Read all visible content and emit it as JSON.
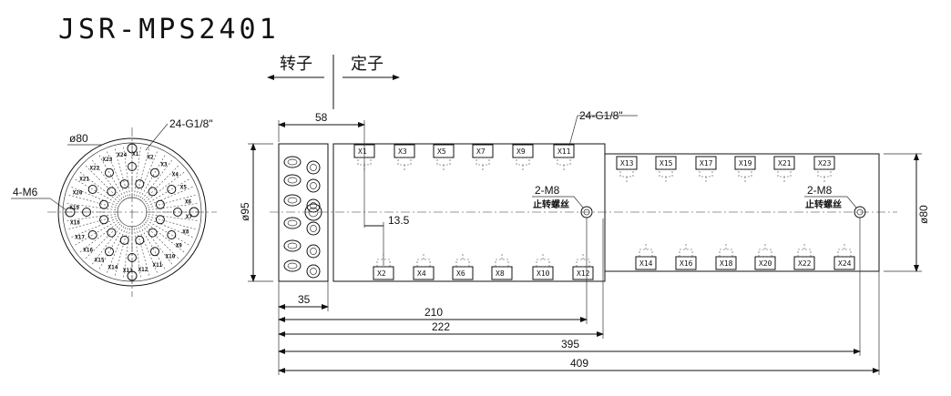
{
  "title": "JSR-MPS2401",
  "rotor_label": "转子",
  "stator_label": "定子",
  "end_view": {
    "diameter_label": "ø80",
    "holes_label": "24-G1/8\"",
    "mount_label": "4-M6",
    "ports": [
      "X1",
      "X2",
      "X3",
      "X4",
      "X5",
      "X6",
      "X7",
      "X8",
      "X9",
      "X10",
      "X11",
      "X12",
      "X13",
      "X14",
      "X15",
      "X16",
      "X17",
      "X18",
      "X19",
      "X20",
      "X21",
      "X22",
      "X23",
      "X24"
    ]
  },
  "side_view": {
    "top_ports_stator": [
      "X1",
      "X3",
      "X5",
      "X7",
      "X9",
      "X11"
    ],
    "top_ports_tail": [
      "X13",
      "X15",
      "X17",
      "X19",
      "X21",
      "X23"
    ],
    "bottom_ports_stator": [
      "X2",
      "X4",
      "X6",
      "X8",
      "X10",
      "X12"
    ],
    "bottom_ports_tail": [
      "X14",
      "X16",
      "X18",
      "X20",
      "X22",
      "X24"
    ],
    "top_holes_label": "24-G1/8\"",
    "stop_screw_1": {
      "spec": "2-M8",
      "desc": "止转螺丝"
    },
    "stop_screw_2": {
      "spec": "2-M8",
      "desc": "止转螺丝"
    }
  },
  "dimensions": {
    "d58": "58",
    "d13_5": "13.5",
    "d35": "35",
    "d210": "210",
    "d222": "222",
    "d395": "395",
    "d409": "409",
    "dia95": "ø95",
    "dia80": "ø80"
  }
}
